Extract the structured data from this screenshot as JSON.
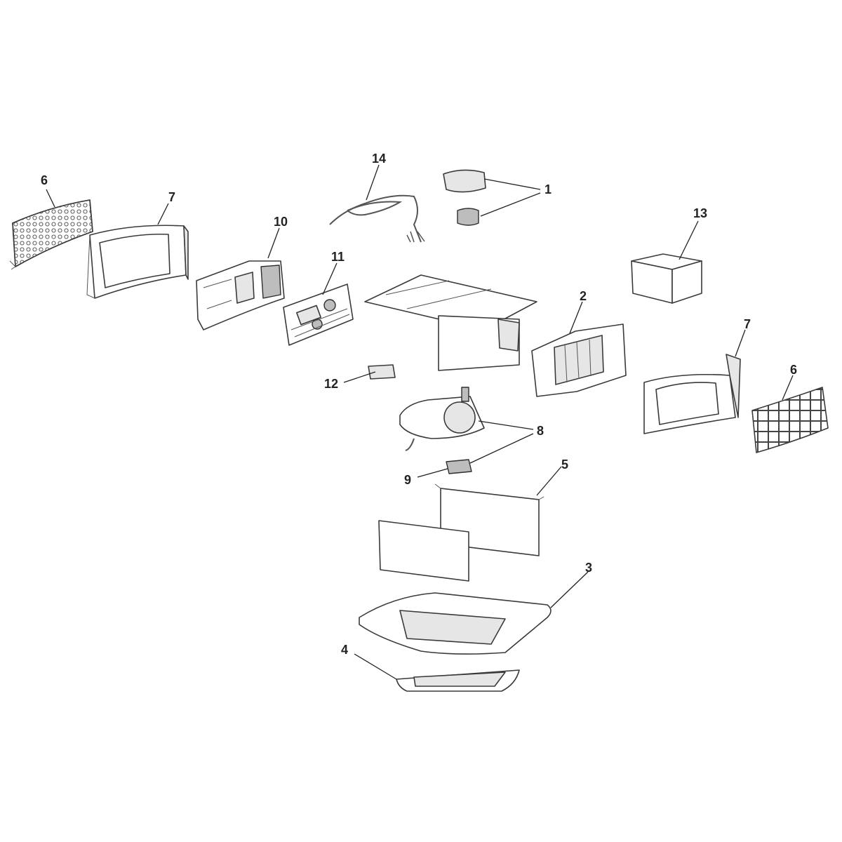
{
  "callouts": {
    "c1": "1",
    "c2": "2",
    "c3": "3",
    "c4": "4",
    "c5": "5",
    "c6a": "6",
    "c6b": "6",
    "c7a": "7",
    "c7b": "7",
    "c8": "8",
    "c9": "9",
    "c10": "10",
    "c11": "11",
    "c12": "12",
    "c13": "13",
    "c14": "14"
  }
}
